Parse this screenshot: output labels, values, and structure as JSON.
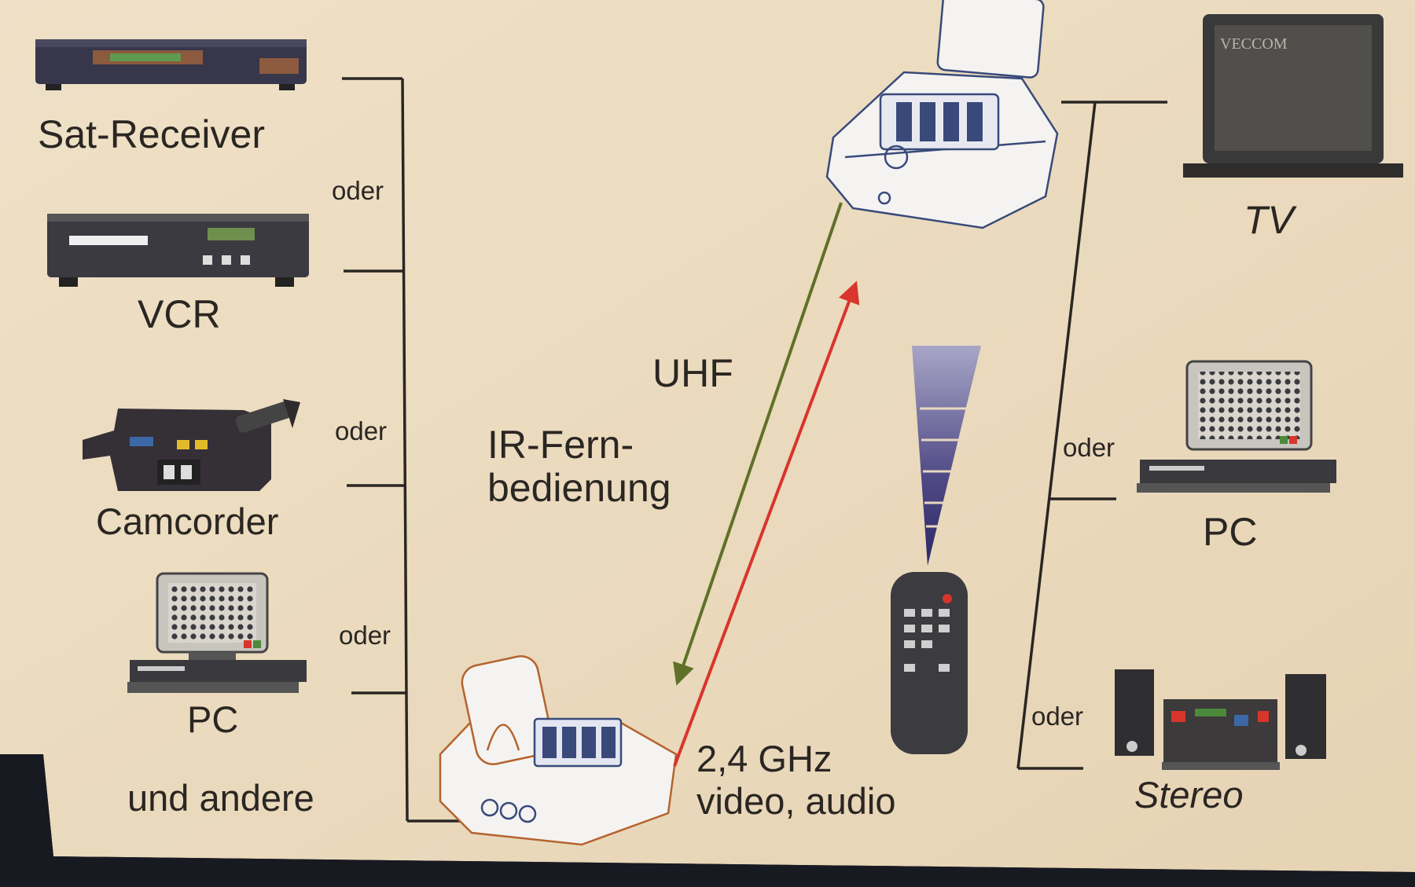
{
  "sources": {
    "sat_receiver": "Sat-Receiver",
    "vcr": "VCR",
    "camcorder": "Camcorder",
    "pc": "PC",
    "and_others": "und andere"
  },
  "destinations": {
    "tv": "TV",
    "pc": "PC",
    "stereo": "Stereo"
  },
  "connector_word": "oder",
  "links": {
    "uhf": "UHF",
    "ir_line1": "IR-Fern-",
    "ir_line2": "bedienung",
    "freq_line1": "2,4 GHz",
    "freq_line2": "video, audio"
  },
  "brand_on_tv": "VECCOM",
  "colors": {
    "paper": "#ecdcc1",
    "ink": "#2a2622",
    "uhf_arrow": "#5f7128",
    "ghz_arrow": "#d8352c",
    "ir_beam": "#4f4a86"
  }
}
